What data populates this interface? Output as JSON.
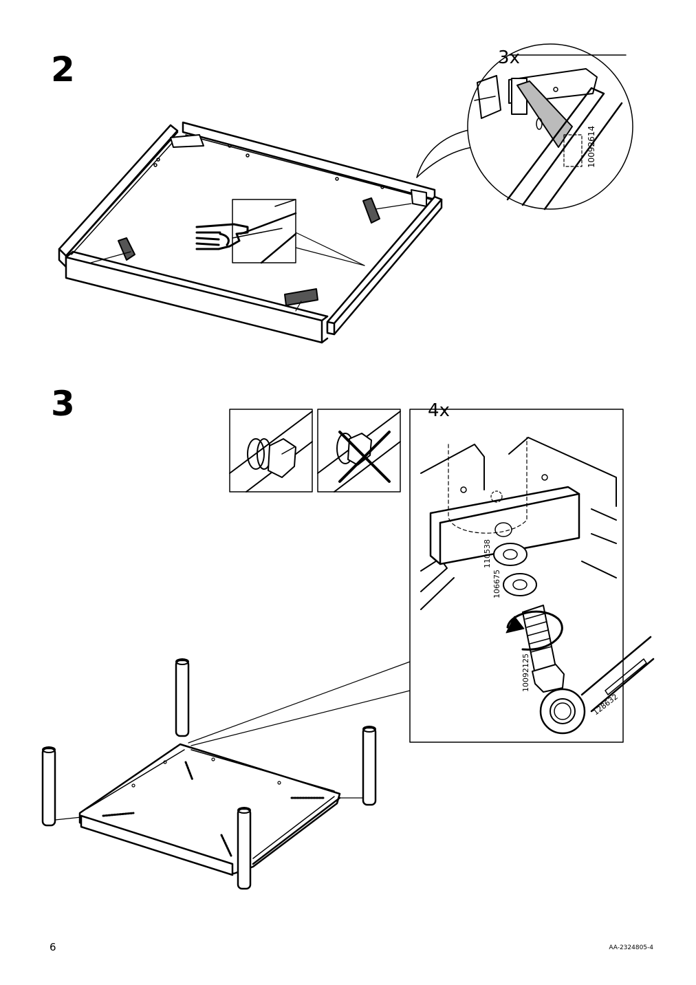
{
  "steps": [
    {
      "number": "2",
      "callout_quantity": "3x",
      "part_number": "10092614"
    },
    {
      "number": "3",
      "callout_quantity": "4x",
      "parts": [
        "110538",
        "106675",
        "10092125",
        "128632"
      ]
    }
  ],
  "footer": {
    "page_number": "6",
    "document_code": "AA-2324805-4"
  }
}
